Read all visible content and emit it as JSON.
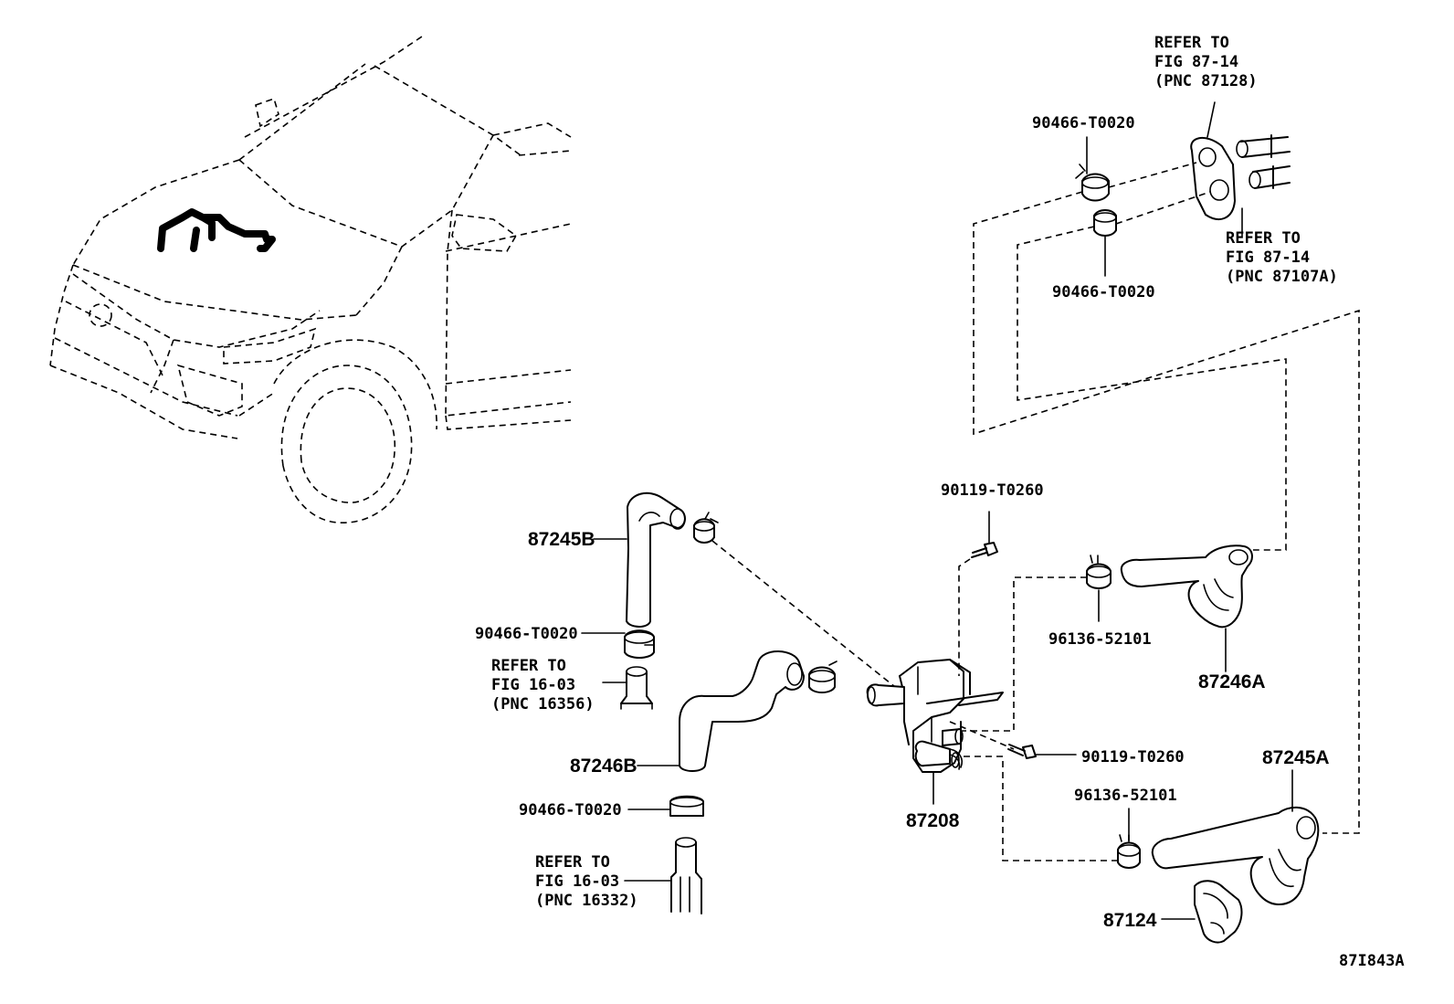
{
  "labels": {
    "refer_87128": [
      "REFER TO",
      "FIG 87-14",
      "(PNC 87128)"
    ],
    "refer_87107a": [
      "REFER TO",
      "FIG 87-14",
      "(PNC 87107A)"
    ],
    "refer_16356": [
      "REFER TO",
      "FIG 16-03",
      "(PNC 16356)"
    ],
    "refer_16332": [
      "REFER TO",
      "FIG 16-03",
      "(PNC 16332)"
    ],
    "clamp_top_upper": "90466-T0020",
    "clamp_top_lower": "90466-T0020",
    "clamp_left_upper": "90466-T0020",
    "clamp_left_lower": "90466-T0020",
    "bolt_upper": "90119-T0260",
    "bolt_lower": "90119-T0260",
    "clip_upper": "96136-52101",
    "clip_lower": "96136-52101",
    "hose_87245b": "87245B",
    "hose_87246b": "87246B",
    "hose_87246a": "87246A",
    "hose_87245a": "87245A",
    "valve_87208": "87208",
    "protector_87124": "87124",
    "figure_id": "87I843A"
  }
}
